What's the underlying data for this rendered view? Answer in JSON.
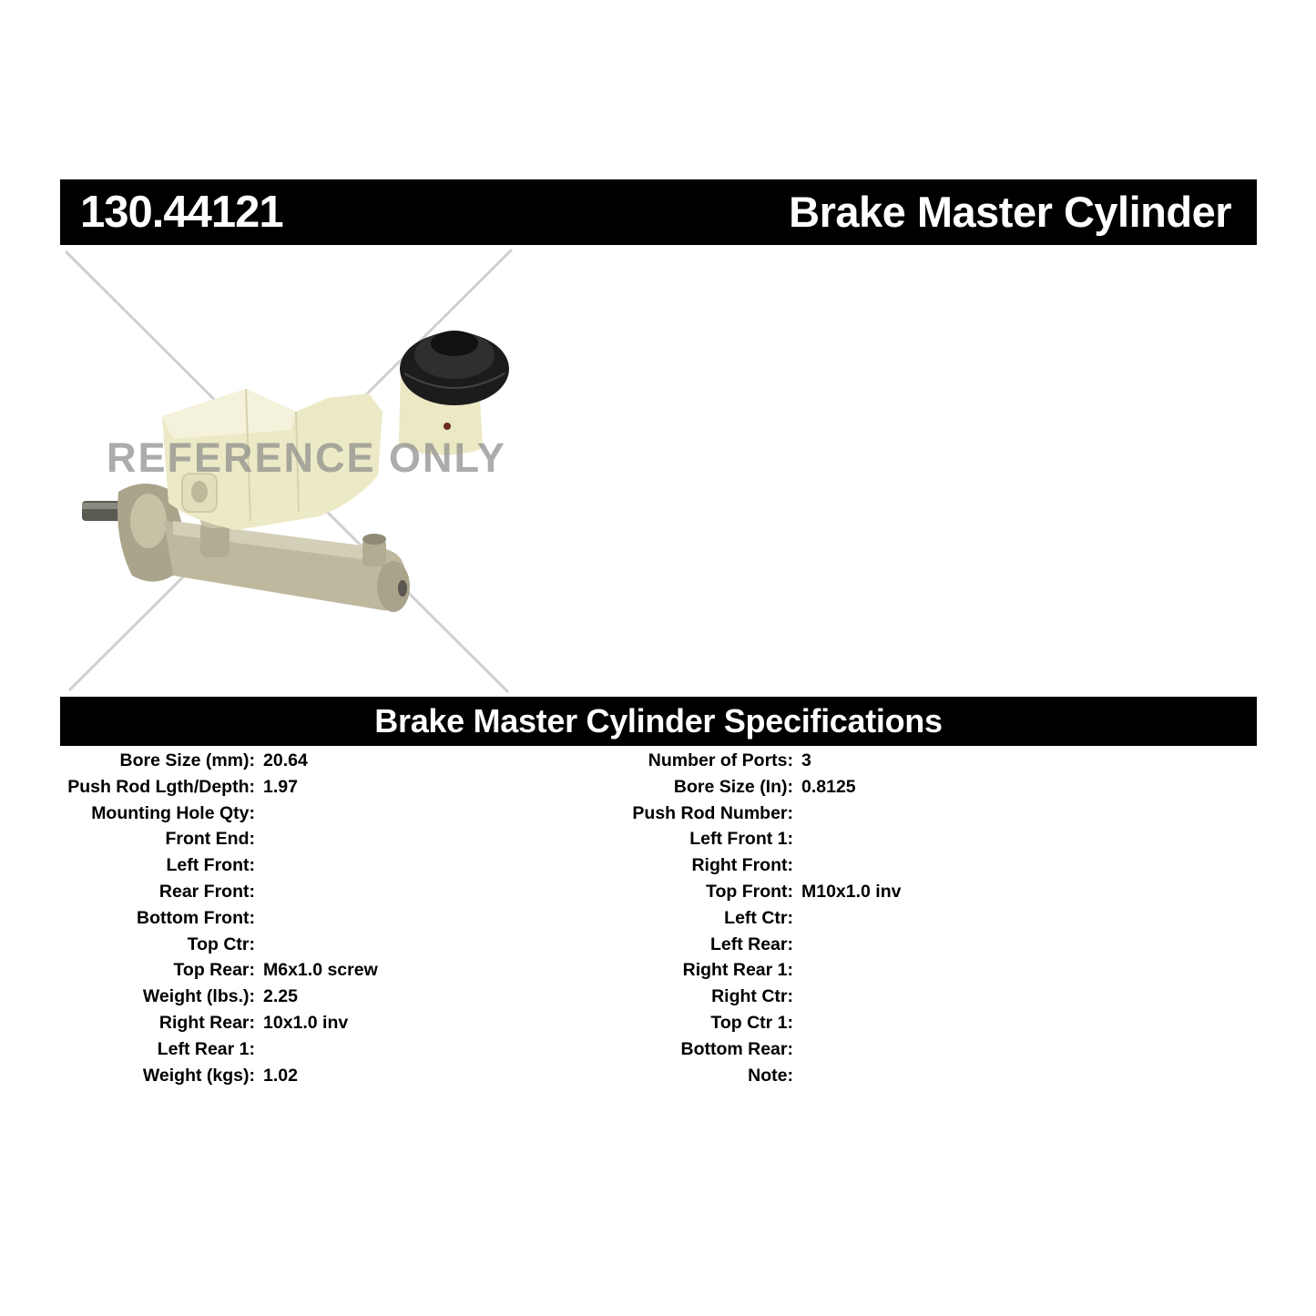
{
  "header": {
    "part_number": "130.44121",
    "product_title": "Brake Master Cylinder"
  },
  "image": {
    "watermark": "REFERENCE ONLY",
    "subject": "brake-master-cylinder-photo"
  },
  "specs": {
    "title": "Brake Master Cylinder Specifications",
    "left": [
      {
        "label": "Bore Size (mm):",
        "value": "20.64"
      },
      {
        "label": "Push Rod Lgth/Depth:",
        "value": "1.97"
      },
      {
        "label": "Mounting Hole Qty:",
        "value": ""
      },
      {
        "label": "Front End:",
        "value": ""
      },
      {
        "label": "Left Front:",
        "value": ""
      },
      {
        "label": "Rear Front:",
        "value": ""
      },
      {
        "label": "Bottom Front:",
        "value": ""
      },
      {
        "label": "Top Ctr:",
        "value": ""
      },
      {
        "label": "Top Rear:",
        "value": "M6x1.0 screw"
      },
      {
        "label": "Weight (lbs.):",
        "value": "2.25"
      },
      {
        "label": "Right Rear:",
        "value": "10x1.0 inv"
      },
      {
        "label": "Left Rear 1:",
        "value": ""
      },
      {
        "label": "Weight (kgs):",
        "value": "1.02"
      }
    ],
    "right": [
      {
        "label": "Number of Ports:",
        "value": "3"
      },
      {
        "label": "Bore Size (In):",
        "value": "0.8125"
      },
      {
        "label": "Push Rod Number:",
        "value": ""
      },
      {
        "label": "Left Front 1:",
        "value": ""
      },
      {
        "label": "Right Front:",
        "value": ""
      },
      {
        "label": "Top Front:",
        "value": "M10x1.0 inv"
      },
      {
        "label": "Left Ctr:",
        "value": ""
      },
      {
        "label": "Left Rear:",
        "value": ""
      },
      {
        "label": "Right Rear 1:",
        "value": ""
      },
      {
        "label": "Right Ctr:",
        "value": ""
      },
      {
        "label": "Top Ctr 1:",
        "value": ""
      },
      {
        "label": "Bottom Rear:",
        "value": ""
      },
      {
        "label": "Note:",
        "value": ""
      }
    ]
  },
  "colors": {
    "bar": "#000000",
    "bar_text": "#ffffff",
    "reservoir": "#ece9c6",
    "metal": "#b9b49a",
    "cap": "#1c1c1c"
  }
}
